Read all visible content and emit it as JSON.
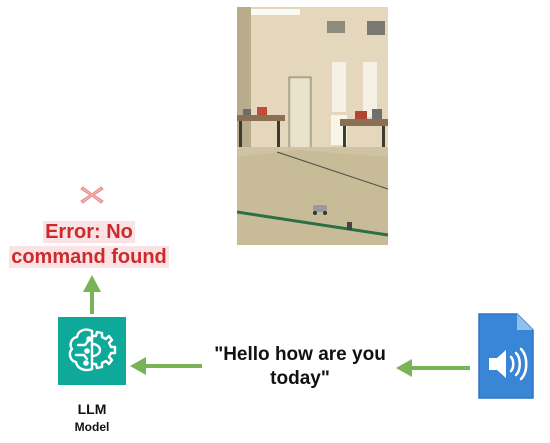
{
  "error": {
    "line1": "Error: No",
    "line2": "command found",
    "color": "#cc2b2b"
  },
  "llm": {
    "line1": "LLM",
    "line2": "Model",
    "color": "#0fa99a"
  },
  "speech": {
    "line1": "\"Hello how are you",
    "line2": "today\""
  },
  "colors": {
    "arrow": "#7ab356",
    "audio_file": "#3a86d6",
    "error_highlight": "#fbe3e5"
  },
  "icons": {
    "error": "x-icon",
    "llm": "brain-gear-icon",
    "audio": "audio-file-icon"
  }
}
